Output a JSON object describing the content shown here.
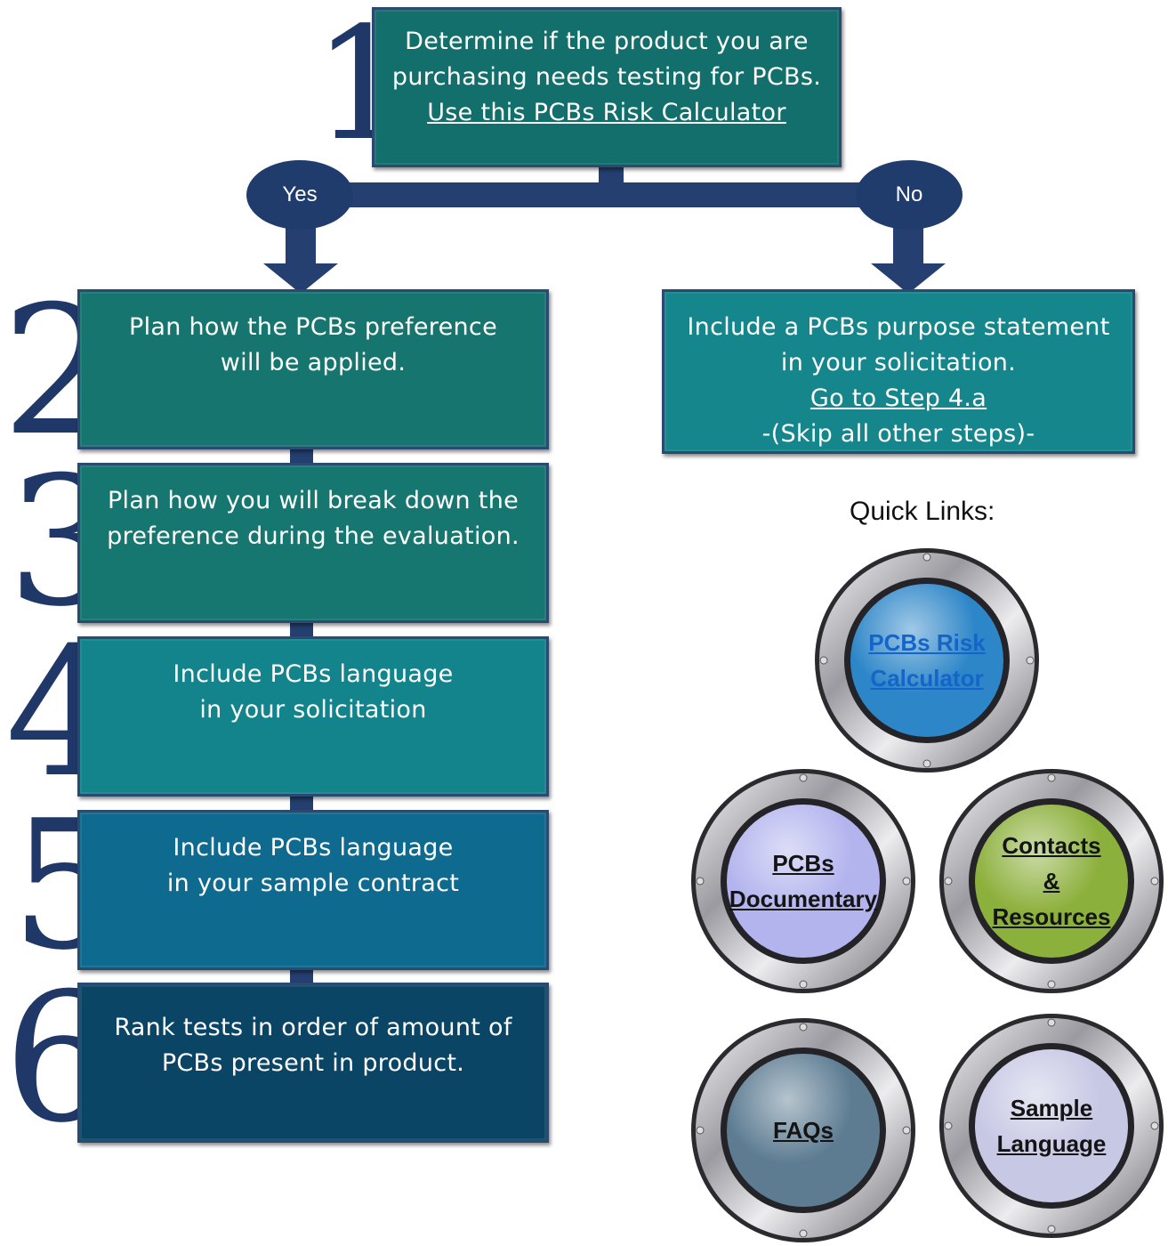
{
  "steps": [
    {
      "num": "1",
      "lines": "Determine if the product you are\npurchasing needs testing for PCBs.",
      "link": "Use this PCBs Risk Calculator",
      "color": "#136f6c"
    },
    {
      "num": "2",
      "lines": "Plan how the PCBs preference\n will be applied.",
      "color": "#16766f"
    },
    {
      "num": "3",
      "lines": "Plan how you will break down the\npreference during the evaluation.",
      "color": "#167770"
    },
    {
      "num": "4",
      "lines": "Include PCBs language\n in your solicitation",
      "color": "#13838c"
    },
    {
      "num": "5",
      "lines": "Include PCBs language\nin your sample contract",
      "color": "#0f6a8f"
    },
    {
      "num": "6",
      "lines": "Rank tests in order of amount of\n PCBs present in product.",
      "color": "#0b4566"
    }
  ],
  "branch": {
    "yes": "Yes",
    "no": "No"
  },
  "no_box": {
    "lines": "Include a PCBs purpose statement\nin your solicitation.",
    "link": "Go to Step 4.a",
    "note": "-(Skip all other steps)-",
    "color": "#14868c"
  },
  "quick_links": {
    "title": "Quick Links:",
    "items": [
      {
        "label1": "PCBs Risk",
        "label2": "Calculator",
        "inner": "#2d86c8",
        "text_color": "#1565c9"
      },
      {
        "label1": "PCBs",
        "label2": "Documentary",
        "inner": "#b3b4ee",
        "text_color": "#141414"
      },
      {
        "label1": "Contacts",
        "label2": "&",
        "label3": "Resources",
        "inner": "#8cb03c",
        "text_color": "#141414"
      },
      {
        "label1": "FAQs",
        "inner": "#5d7c92",
        "text_color": "#141414"
      },
      {
        "label1": "Sample",
        "label2": "Language",
        "inner": "#c7c8e4",
        "text_color": "#141414"
      }
    ]
  },
  "colors": {
    "connector": "#243f70",
    "number": "#1f3868"
  }
}
